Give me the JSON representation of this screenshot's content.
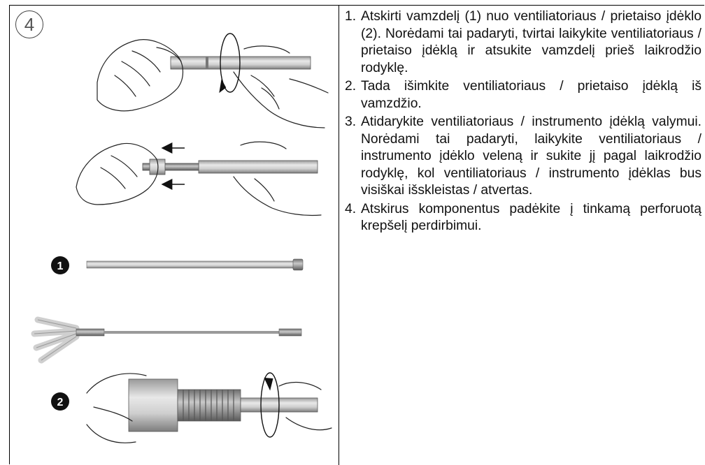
{
  "step_number": "4",
  "labels": {
    "part_1": "1",
    "part_2": "2"
  },
  "instructions": [
    {
      "num": "1.",
      "text": "Atskirti vamzdelį (1) nuo ventiliatoriaus / prietaiso įdėklo (2). Norėdami tai padaryti, tvirtai laikykite ventiliatoriaus / prietaiso įdėklą ir atsukite vamzdelį prieš laikrodžio rodyklę."
    },
    {
      "num": "2.",
      "text": "Tada išimkite ventiliatoriaus / prietaiso įdėklą iš vamzdžio."
    },
    {
      "num": "3.",
      "text": "Atidarykite ventiliatoriaus / instrumento įdėklą valymui. Norėdami tai padaryti, laikykite ventiliatoriaus / instrumento įdėklo veleną ir sukite jį pagal laikrodžio rodyklę, kol ventiliatoriaus / instrumento įdėklas bus visiškai išskleistas / atvertas."
    },
    {
      "num": "4.",
      "text": "Atskirus komponentus padėkite į tinkamą perforuotą krepšelį perdirbimui."
    }
  ],
  "colors": {
    "line": "#000000",
    "metal_light": "#d9d9d9",
    "metal_dark": "#8a8a8a",
    "marker_fill": "#111111"
  },
  "icons": [
    "hands-holding-tube-drawing",
    "counterclockwise-rotation-arrow",
    "left-arrows",
    "rotation-arrow"
  ]
}
